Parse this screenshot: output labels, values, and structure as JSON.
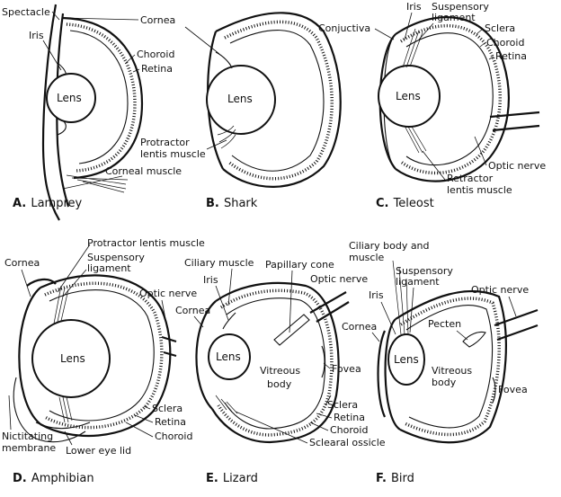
{
  "panels": {
    "a": {
      "letter": "A.",
      "name": "Lamprey",
      "labels": {
        "spectacle": "Spectacle",
        "cornea": "Cornea",
        "iris": "Iris",
        "choroid": "Choroid",
        "retina": "Retina",
        "lens": "Lens",
        "corneal_muscle": "Corneal muscle"
      }
    },
    "b": {
      "letter": "B.",
      "name": "Shark",
      "labels": {
        "lens": "Lens",
        "protractor_1": "Protractor",
        "protractor_2": "lentis muscle"
      }
    },
    "c": {
      "letter": "C.",
      "name": "Teleost",
      "labels": {
        "conjuctiva": "Conjuctiva",
        "iris": "Iris",
        "suspensory_1": "Suspensory",
        "suspensory_2": "ligament",
        "sclera": "Sclera",
        "choroid": "Choroid",
        "retina": "Retina",
        "lens": "Lens",
        "optic_nerve": "Optic nerve",
        "retractor_1": "Retractor",
        "retractor_2": "lentis muscle"
      }
    },
    "d": {
      "letter": "D.",
      "name": "Amphibian",
      "labels": {
        "protractor": "Protractor lentis muscle",
        "cornea": "Cornea",
        "suspensory_1": "Suspensory",
        "suspensory_2": "ligament",
        "optic_nerve": "Optic nerve",
        "lens": "Lens",
        "sclera": "Sclera",
        "retina": "Retina",
        "choroid": "Choroid",
        "nictitating_1": "Nictitating",
        "nictitating_2": "membrane",
        "lower_eye_lid": "Lower eye lid"
      }
    },
    "e": {
      "letter": "E.",
      "name": "Lizard",
      "labels": {
        "ciliary_muscle": "Ciliary muscle",
        "papillary_cone": "Papillary cone",
        "optic_nerve": "Optic nerve",
        "iris": "Iris",
        "cornea": "Cornea",
        "lens": "Lens",
        "vitreous_1": "Vitreous",
        "vitreous_2": "body",
        "fovea": "Fovea",
        "sclera": "Sclera",
        "retina": "Retina",
        "choroid": "Choroid",
        "scleral_ossicle": "Sclearal ossicle"
      }
    },
    "f": {
      "letter": "F.",
      "name": "Bird",
      "labels": {
        "ciliary_1": "Ciliary body and",
        "ciliary_2": "muscle",
        "suspensory_1": "Suspensory",
        "suspensory_2": "ligament",
        "optic_nerve": "Optic nerve",
        "iris": "Iris",
        "cornea": "Cornea",
        "pecten": "Pecten",
        "lens": "Lens",
        "vitreous_1": "Vitreous",
        "vitreous_2": "body",
        "fovea": "Fovea"
      }
    }
  }
}
